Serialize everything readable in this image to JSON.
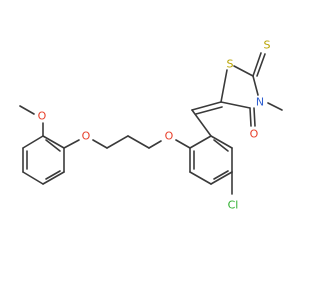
{
  "molecule": {
    "atoms": {
      "o_methoxy": "O",
      "o_ether_left": "O",
      "o_ether_right": "O",
      "s_ring": "S",
      "s_thione": "S",
      "n_ring": "N",
      "o_carbonyl": "O",
      "cl": "Cl"
    },
    "colors": {
      "bond": "#3a3a3a",
      "oxygen": "#e8412c",
      "sulfur": "#b8a300",
      "nitrogen": "#2f5fd0",
      "chlorine": "#2fb02f"
    }
  }
}
